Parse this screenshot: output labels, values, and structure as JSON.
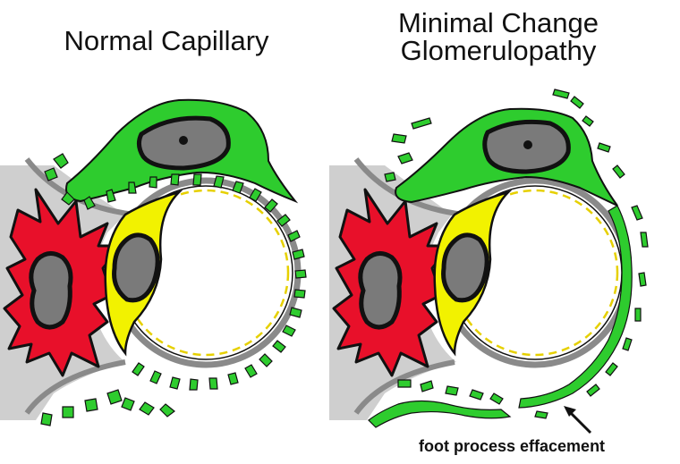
{
  "titles": {
    "left": "Normal Capillary",
    "right_line1": "Minimal Change",
    "right_line2": "Glomerulopathy"
  },
  "annotation": "foot process effacement",
  "colors": {
    "podocyte": "#2ecc2e",
    "endothelial": "#f2f200",
    "mesangial": "#e8102a",
    "matrix": "#cfcfcf",
    "nucleus": "#7a7a7a",
    "outline": "#111111",
    "basement_membrane": "#8a8a8a"
  }
}
